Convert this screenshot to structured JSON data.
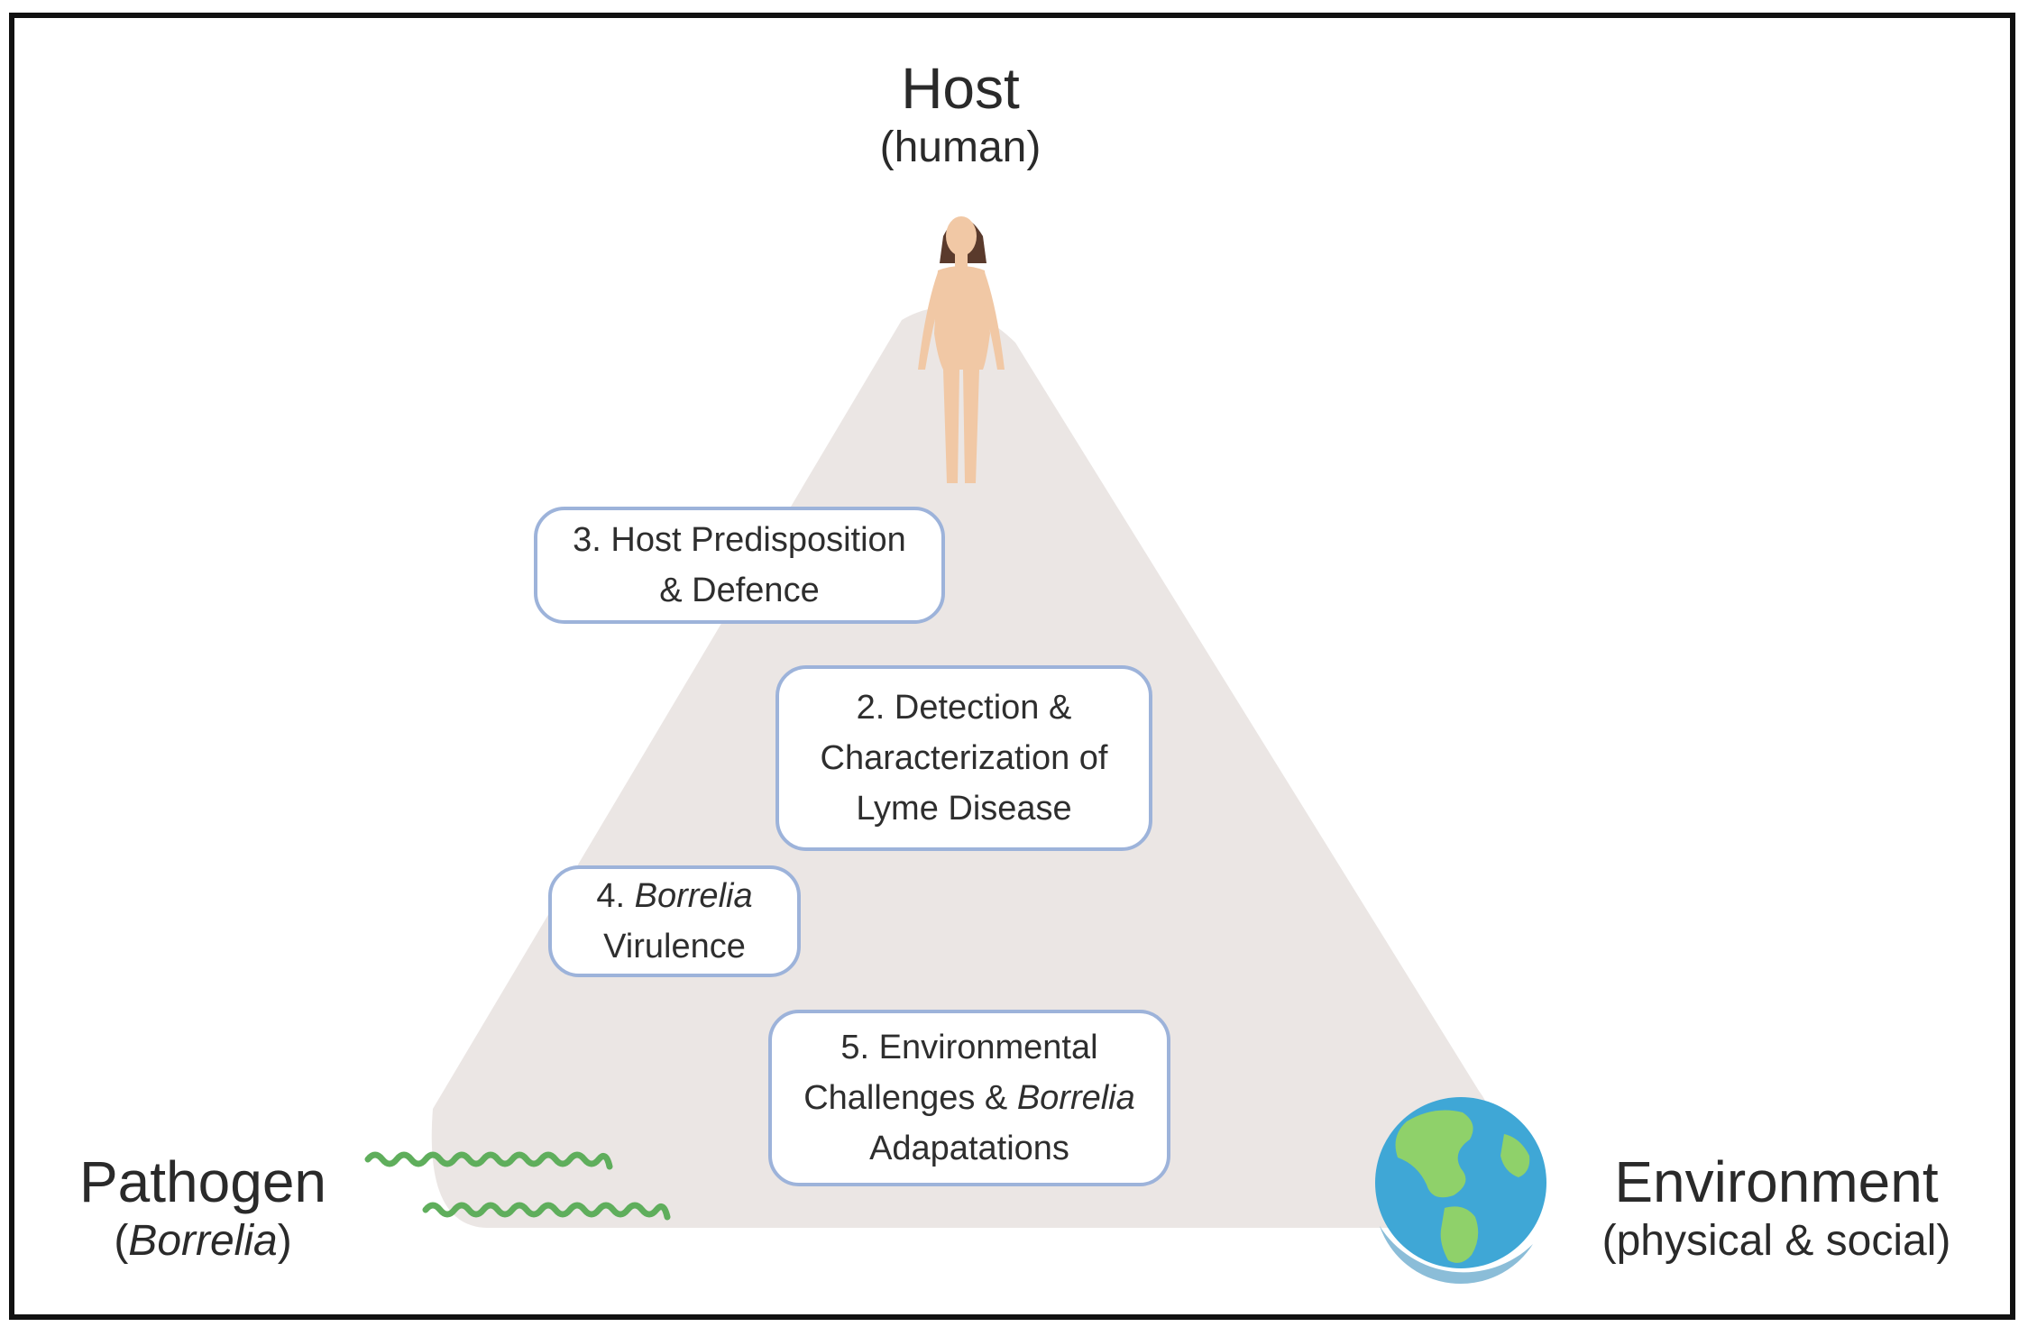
{
  "vertices": {
    "host": {
      "title": "Host",
      "subtitle": "(human)"
    },
    "pathogen": {
      "title": "Pathogen",
      "subtitle_open": "(",
      "subtitle_italic": "Borrelia",
      "subtitle_close": ")"
    },
    "environment": {
      "title": "Environment",
      "subtitle": "(physical & social)"
    }
  },
  "boxes": {
    "host_predisposition": {
      "line1": "3. Host Predisposition",
      "line2": "& Defence"
    },
    "detection": {
      "line1": "2. Detection &",
      "line2": "Characterization of",
      "line3": "Lyme Disease"
    },
    "virulence": {
      "line1_prefix": "4. ",
      "line1_italic": "Borrelia",
      "line2": "Virulence"
    },
    "environmental": {
      "line1": "5. Environmental",
      "line2_prefix": "Challenges & ",
      "line2_italic": "Borrelia",
      "line3": "Adapatations"
    }
  },
  "icons": {
    "host": "human-figure-icon",
    "pathogen": "spirochete-icon",
    "environment": "earth-globe-icon"
  },
  "colors": {
    "triangle_fill": "#ebe6e4",
    "box_border": "#9db3da",
    "spirochete": "#5fae5c",
    "ocean": "#3fa7d6",
    "land": "#8fd16a",
    "skin": "#f1c8a5",
    "hair": "#5a3a2c"
  }
}
